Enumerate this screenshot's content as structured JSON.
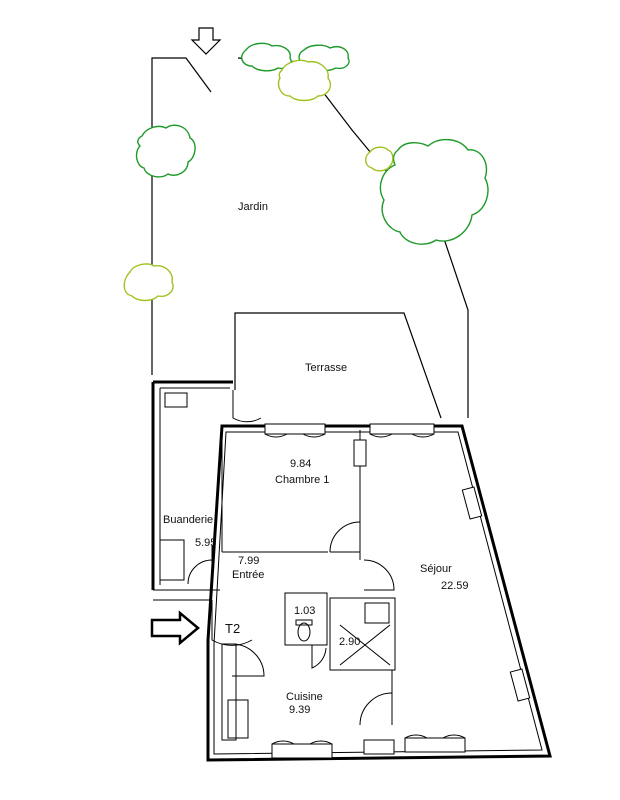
{
  "rooms": {
    "garden": {
      "name": "Jardin"
    },
    "terrace": {
      "name": "Terrasse"
    },
    "bedroom": {
      "name": "Chambre 1",
      "area": "9.84"
    },
    "laundry": {
      "name": "Buanderie",
      "area": "5.95"
    },
    "entrance": {
      "name": "Entrée",
      "area": "7.99"
    },
    "living": {
      "name": "Séjour",
      "area": "22.59"
    },
    "wc": {
      "area": "1.03"
    },
    "bathroom": {
      "area": "2.90"
    },
    "kitchen": {
      "name": "Cuisine",
      "area": "9.39"
    }
  },
  "unit": {
    "type": "T2"
  },
  "icons": {
    "entry": "arrow-right-icon",
    "garden_access": "arrow-down-icon",
    "vegetation": "tree-icon"
  },
  "colors": {
    "tree_green": "#1e9a2a",
    "tree_yellow_green": "#9fc21e",
    "walls": "#000000"
  }
}
